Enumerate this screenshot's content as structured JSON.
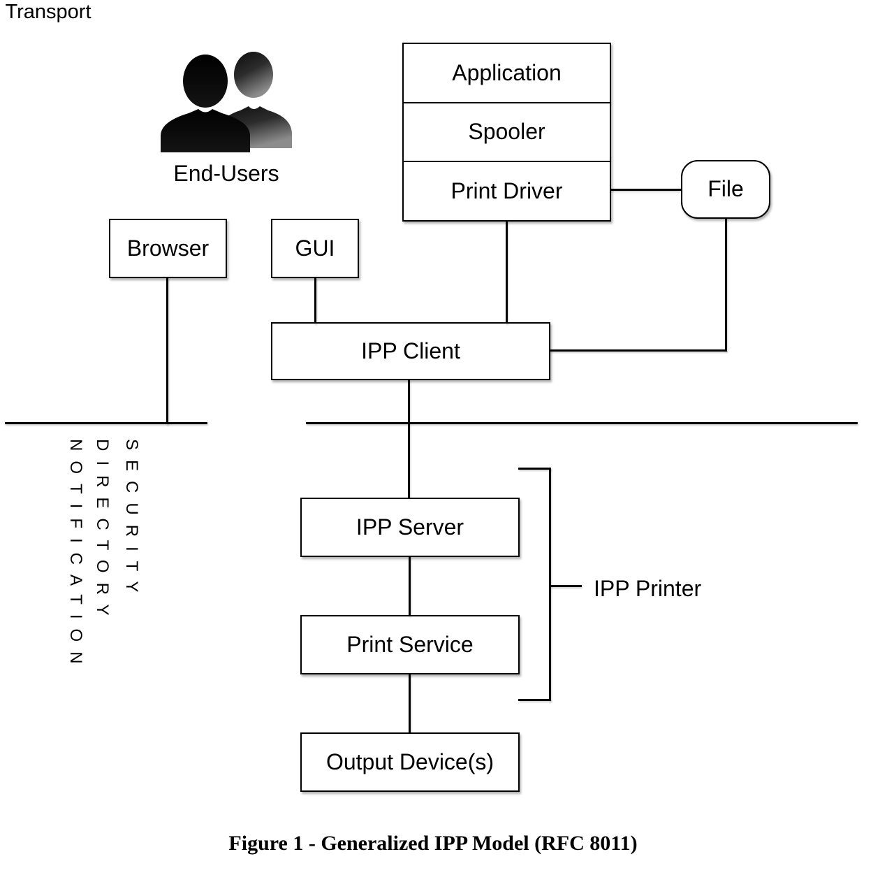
{
  "figure": {
    "caption": "Figure 1 - Generalized IPP Model (RFC 8011)"
  },
  "nodes": {
    "end_users": "End-Users",
    "stack_rows": [
      "Application",
      "Spooler",
      "Print Driver"
    ],
    "file": "File",
    "browser": "Browser",
    "gui": "GUI",
    "ipp_client": "IPP Client",
    "ipp_server": "IPP Server",
    "print_service": "Print Service",
    "output_devices": "Output Device(s)"
  },
  "labels": {
    "transport": "Transport",
    "ipp_printer": "IPP Printer",
    "security": "SECURITY",
    "directory": "DIRECTORY",
    "notification": "NOTIFICATION"
  },
  "icons": {
    "end_users_icon": "two-users-silhouette-icon"
  },
  "colors": {
    "line": "#000000",
    "box_background": "#ffffff",
    "front_user": "#000000",
    "back_user_gradient_bottom": "#8c8c8c"
  }
}
